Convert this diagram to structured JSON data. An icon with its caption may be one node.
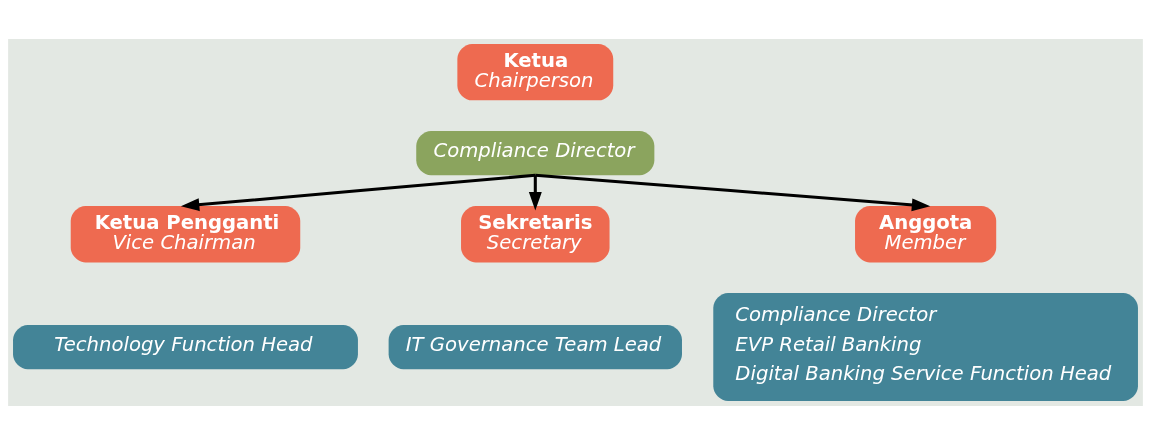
{
  "diagram": {
    "nodes": [
      {
        "text": [
          "Ketua",
          "Chairperson"
        ]
      },
      {
        "text": [
          "Compliance Director"
        ]
      },
      {
        "text": [
          "Ketua Pengganti",
          "Vice Chairman"
        ]
      },
      {
        "text": [
          "Technology Function Head"
        ]
      },
      {
        "text": [
          "Sekretaris",
          "Secretary"
        ]
      },
      {
        "text": [
          "IT Governance Team Lead"
        ]
      },
      {
        "text": [
          "Anggota",
          "Member"
        ]
      },
      {
        "text": [
          "Compliance Director",
          "EVP Retail Banking",
          "Digital Banking Service Function Head"
        ]
      }
    ],
    "edges": [
      {
        "from": 1,
        "to": 2,
        "arrow": "to"
      },
      {
        "from": 1,
        "to": 4,
        "arrow": "to"
      },
      {
        "from": 1,
        "to": 6,
        "arrow": "to"
      }
    ]
  }
}
